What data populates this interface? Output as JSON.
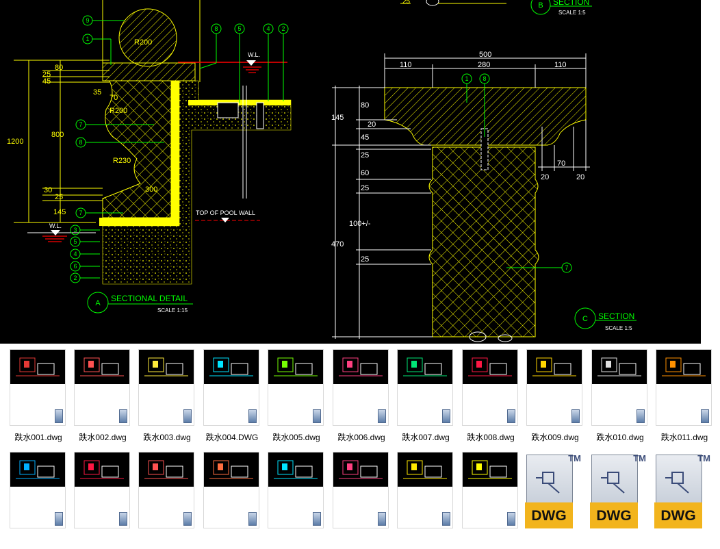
{
  "drawing": {
    "detail_a": {
      "title_letter": "A",
      "title": "SECTIONAL DETAIL",
      "scale": "SCALE 1:15",
      "dims_left": [
        "80",
        "25",
        "45",
        "35",
        "70",
        "800",
        "1200",
        "30",
        "25",
        "145"
      ],
      "radius_labels": [
        "R200",
        "R200",
        "R230"
      ],
      "dim_300": "300",
      "water_level": "W.L.",
      "top_of_pool_wall": "TOP OF POOL WALL",
      "callouts_left": [
        "9",
        "1",
        "7",
        "8",
        "7",
        "3",
        "5",
        "4",
        "6",
        "2"
      ],
      "callouts_top": [
        "8",
        "5",
        "4",
        "2"
      ]
    },
    "detail_b": {
      "title_letter": "B",
      "title": "SECTION",
      "scale": "SCALE 1:5",
      "top_dim": "25"
    },
    "detail_c": {
      "title_letter": "C",
      "title": "SECTION",
      "scale": "SCALE 1:5",
      "dim_total": "500",
      "dim_parts": [
        "110",
        "280",
        "110"
      ],
      "dims_left": [
        "80",
        "145",
        "20",
        "45",
        "25",
        "60",
        "25",
        "100+/-",
        "470",
        "25"
      ],
      "dims_right": [
        "70",
        "20",
        "20"
      ],
      "callouts": [
        "1",
        "8",
        "7"
      ]
    }
  },
  "files": [
    {
      "name": "跌水001.dwg",
      "accent": "#e53935"
    },
    {
      "name": "跌水002.dwg",
      "accent": "#ff5252"
    },
    {
      "name": "跌水003.dwg",
      "accent": "#ffeb3b"
    },
    {
      "name": "跌水004.DWG",
      "accent": "#00e5ff"
    },
    {
      "name": "跌水005.dwg",
      "accent": "#76ff03"
    },
    {
      "name": "跌水006.dwg",
      "accent": "#ff4081"
    },
    {
      "name": "跌水007.dwg",
      "accent": "#00e676"
    },
    {
      "name": "跌水008.dwg",
      "accent": "#ff1744"
    },
    {
      "name": "跌水009.dwg",
      "accent": "#ffd600"
    },
    {
      "name": "跌水010.dwg",
      "accent": "#e0e0e0"
    },
    {
      "name": "跌水011.dwg",
      "accent": "#ff9100"
    }
  ],
  "files_row2": [
    {
      "accent": "#00b0ff"
    },
    {
      "accent": "#ff1744"
    },
    {
      "accent": "#ff5252"
    },
    {
      "accent": "#ff6e40"
    },
    {
      "accent": "#00e5ff"
    },
    {
      "accent": "#ff4081"
    },
    {
      "accent": "#ffea00"
    },
    {
      "accent": "#ffff00"
    }
  ],
  "dwg_icons": [
    {
      "label": "DWG",
      "tm": "TM"
    },
    {
      "label": "DWG",
      "tm": "TM"
    },
    {
      "label": "DWG",
      "tm": "TM"
    }
  ],
  "colors": {
    "yellow": "#ffff00",
    "green": "#00ff00",
    "white": "#ffffff",
    "red": "#ff0000",
    "cyan": "#00ffff"
  }
}
